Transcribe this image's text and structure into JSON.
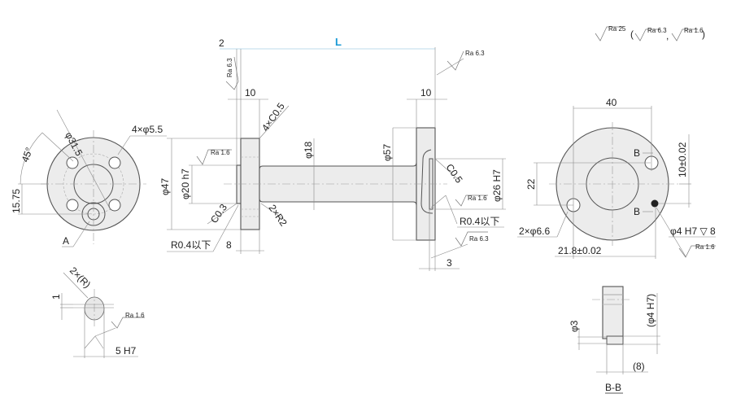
{
  "drawing": {
    "length_label": "L",
    "colors": {
      "length_label": "#1a9ad6",
      "part_fill": "#ececec"
    },
    "legend": {
      "ra_main": "Ra 25",
      "paren_open": "(",
      "ra_alt1": "Ra 6.3",
      "comma": ",",
      "ra_alt2": "Ra 1.6",
      "paren_close": ")"
    },
    "left_view": {
      "pcd": "φ31.5",
      "holes": "4×φ5.5",
      "angle": "45°",
      "offset": "15.75",
      "marker": "A"
    },
    "side_view": {
      "d2": "2",
      "ra_left_top": "Ra 6.3",
      "w_left": "10",
      "w_right": "10",
      "chamfer4": "4×C0.5",
      "ra_boss": "Ra 1.6",
      "d_flange_left": "φ47",
      "d_boss": "φ20 h7",
      "d_shaft": "φ18",
      "d_flange_right": "φ57",
      "chamfer_c05": "C0.5",
      "ra_bore": "Ra 1.6",
      "d_bore": "φ26 H7",
      "radius_right": "R0.4以下",
      "ra_right_face": "Ra 6.3",
      "ra_right_top": "Ra 6.3",
      "chamfer_c03": "C0.3",
      "fillet": "2×R2",
      "radius_left": "R0.4以下",
      "depth8": "8",
      "depth3": "3"
    },
    "right_view": {
      "w40": "40",
      "h22": "22",
      "tol10": "10±0.02",
      "b_top": "B",
      "b_bottom": "B",
      "holes": "2×φ6.6",
      "pin_hole": "φ4 H7 ▽ 8",
      "ra_pin": "Ra 1.6",
      "tol21": "21.8±0.02"
    },
    "detail_a": {
      "thickness": "1",
      "radius": "2×(R)",
      "ra": "Ra 1.6",
      "width": "5 H7"
    },
    "section_bb": {
      "d3": "φ3",
      "d4": "(φ4 H7)",
      "depth": "(8)",
      "title": "B-B"
    }
  }
}
